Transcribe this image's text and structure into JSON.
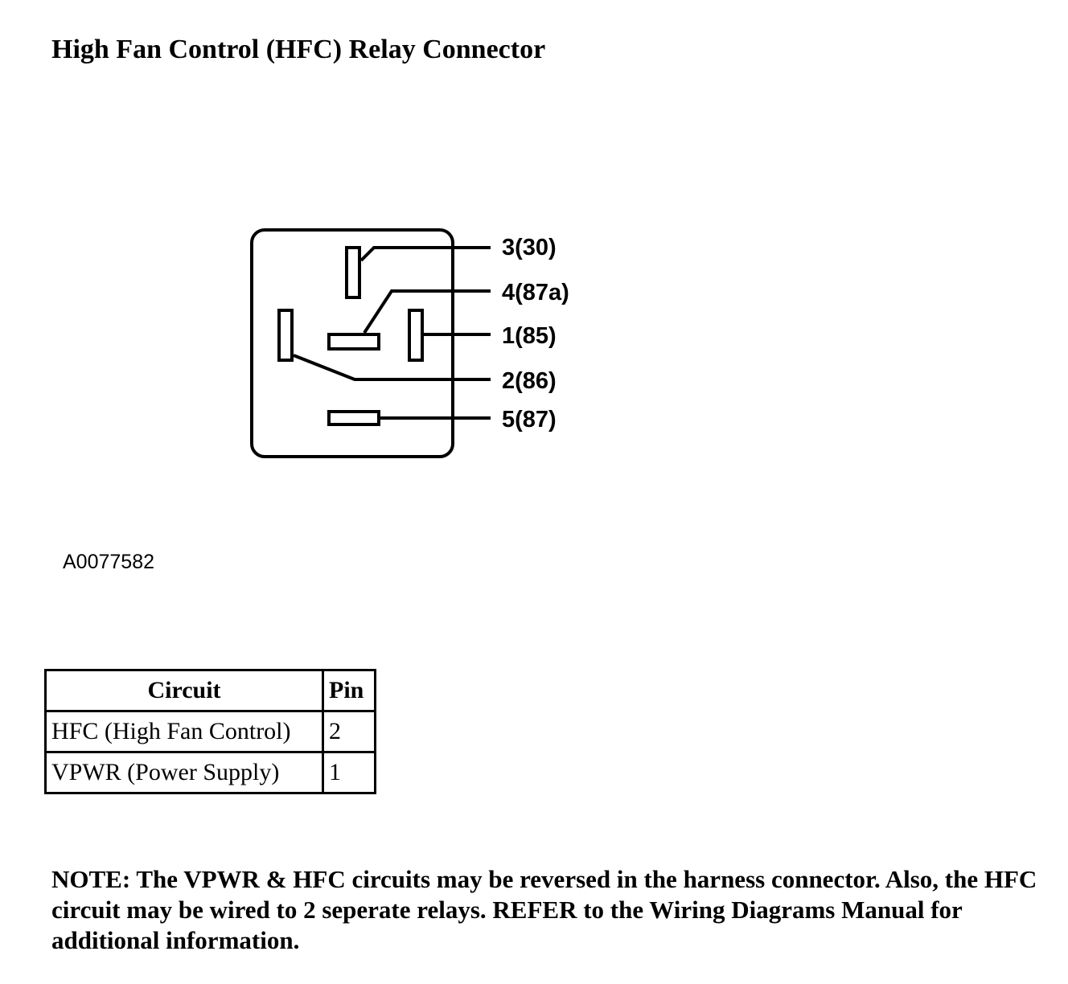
{
  "title": "High Fan Control (HFC) Relay Connector",
  "diagram": {
    "pins": [
      {
        "label": "3(30)"
      },
      {
        "label": "4(87a)"
      },
      {
        "label": "1(85)"
      },
      {
        "label": "2(86)"
      },
      {
        "label": "5(87)"
      }
    ]
  },
  "figure_id": "A0077582",
  "table": {
    "headers": {
      "circuit": "Circuit",
      "pin": "Pin"
    },
    "rows": [
      {
        "circuit": "HFC (High Fan Control)",
        "pin": "2"
      },
      {
        "circuit": "VPWR (Power Supply)",
        "pin": "1"
      }
    ]
  },
  "note": "NOTE: The VPWR & HFC circuits may be reversed in the harness connector. Also, the HFC circuit may be wired to 2 seperate relays. REFER to the Wiring Diagrams Manual for additional information."
}
